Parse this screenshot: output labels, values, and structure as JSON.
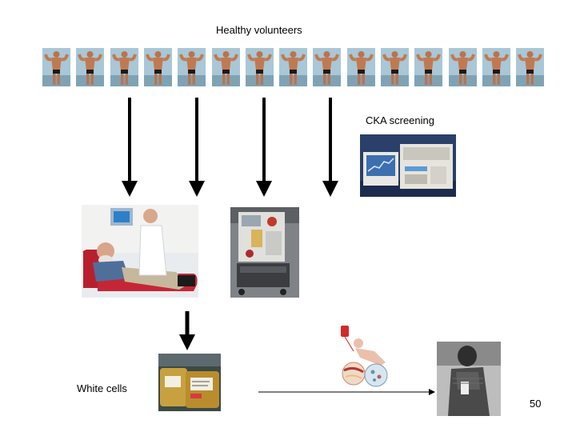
{
  "slide": {
    "title": "Healthy volunteers",
    "screening_label": "CKA screening",
    "white_cells_label": "White cells",
    "page_number": "50"
  },
  "images": {
    "volunteer": "bodybuilder-photo",
    "screening": "lab-analyzer-photo",
    "donation": "blood-donation-photo",
    "apheresis": "apheresis-machine-photo",
    "bags": "white-cell-bags-photo",
    "transfusion": "transfusion-illustration",
    "patient": "cancer-patient-photo"
  }
}
